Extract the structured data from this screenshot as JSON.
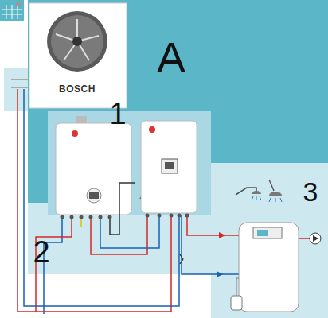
{
  "diagram": {
    "nodes": [
      {
        "text": [
          "BOSCH"
        ]
      }
    ],
    "labels": [
      "A",
      "1",
      "2",
      "3"
    ]
  }
}
